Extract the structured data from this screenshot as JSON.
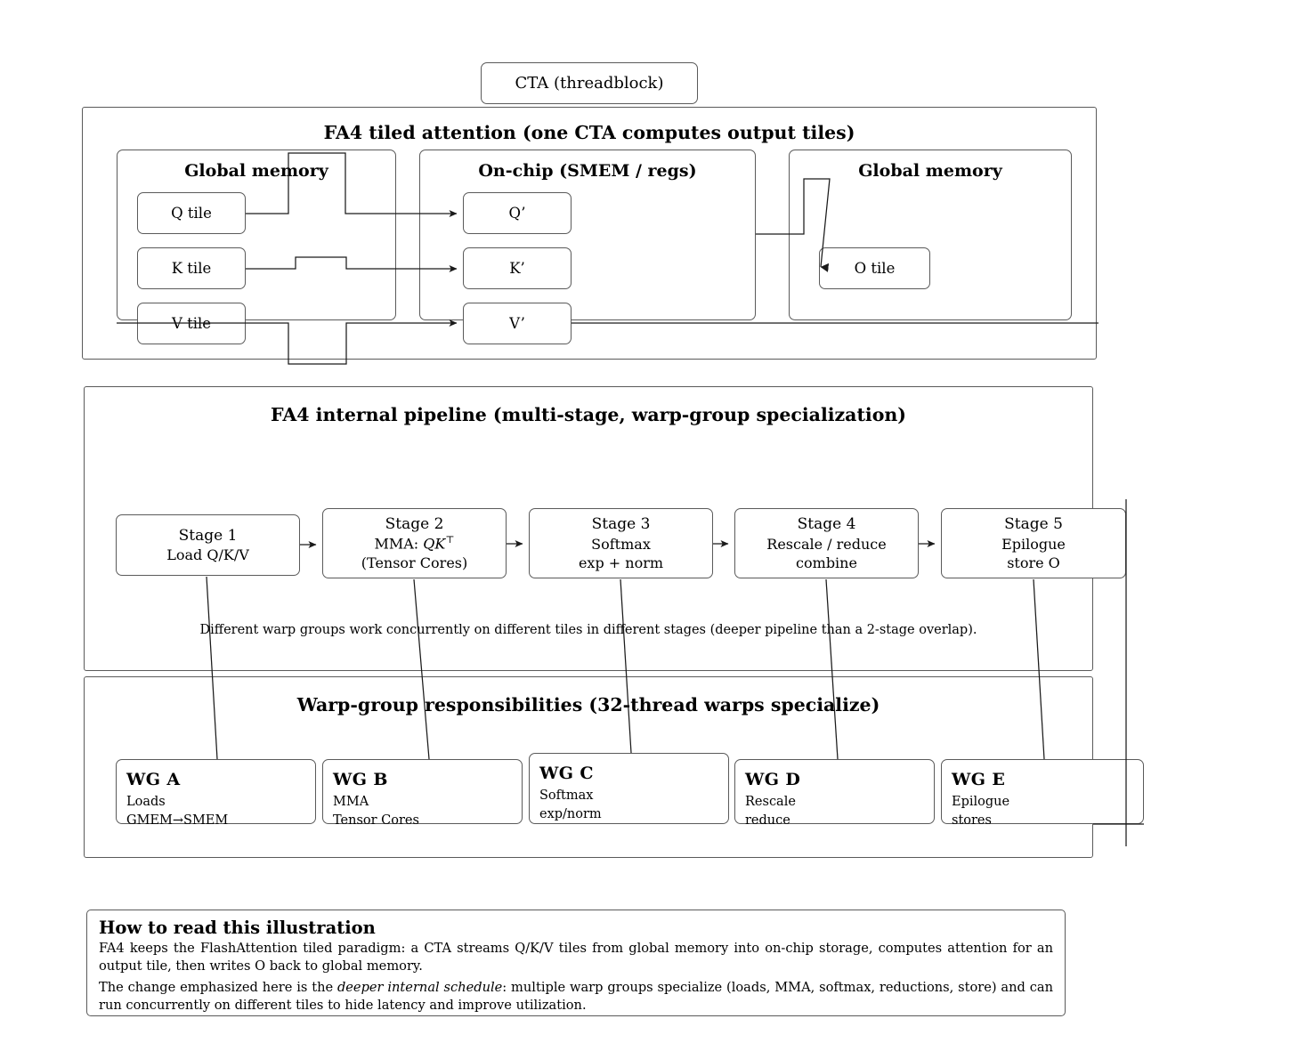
{
  "cta": {
    "label": "CTA (threadblock)"
  },
  "panel1": {
    "title": "FA4 tiled attention (one CTA computes output tiles)",
    "gmem_left_title": "Global memory",
    "onchip_title": "On-chip (SMEM / regs)",
    "gmem_right_title": "Global memory",
    "src_tiles": [
      {
        "label": "Q tile"
      },
      {
        "label": "K tile"
      },
      {
        "label": "V tile"
      }
    ],
    "chip_tiles": [
      {
        "label": "Q’"
      },
      {
        "label": "K’"
      },
      {
        "label": "V’"
      }
    ],
    "out_tile": {
      "label": "O tile"
    }
  },
  "panel2": {
    "title": "FA4 internal pipeline (multi-stage, warp-group specialization)",
    "note": "Different warp groups work concurrently on different tiles in different stages (deeper pipeline than a 2-stage overlap).",
    "stages": [
      {
        "name": "Stage 1",
        "line2": "Load Q/K/V",
        "line3": ""
      },
      {
        "name": "Stage 2",
        "line2_math": "MMA: QKᵀ",
        "line3": "(Tensor Cores)"
      },
      {
        "name": "Stage 3",
        "line2": "Softmax",
        "line3": "exp + norm"
      },
      {
        "name": "Stage 4",
        "line2": "Rescale / reduce",
        "line3": "combine"
      },
      {
        "name": "Stage 5",
        "line2": "Epilogue",
        "line3": "store O"
      }
    ]
  },
  "panel3": {
    "title": "Warp-group responsibilities (32-thread warps specialize)",
    "groups": [
      {
        "name": "WG A",
        "line2": "Loads",
        "line3": "GMEM→SMEM"
      },
      {
        "name": "WG B",
        "line2": "MMA",
        "line3": "Tensor Cores"
      },
      {
        "name": "WG C",
        "line2": "Softmax",
        "line3": "exp/norm"
      },
      {
        "name": "WG D",
        "line2": "Rescale",
        "line3": "reduce"
      },
      {
        "name": "WG E",
        "line2": "Epilogue",
        "line3": "stores"
      }
    ]
  },
  "legend": {
    "title": "How to read this illustration",
    "p1_a": "FA4 keeps the FlashAttention tiled paradigm: a CTA streams Q/K/V tiles from global memory into on-chip storage, computes attention for an output tile, then writes O back to global memory.",
    "p2_a": "The change emphasized here is the ",
    "p2_em": "deeper internal schedule",
    "p2_b": ": multiple warp groups specialize (loads, MMA, softmax, reductions, store) and can run concurrently on different tiles to hide latency and improve utilization."
  },
  "colors": {
    "stroke": "#5a5a5a",
    "line": "#1a1a1a",
    "text": "#000000",
    "background": "#ffffff"
  }
}
